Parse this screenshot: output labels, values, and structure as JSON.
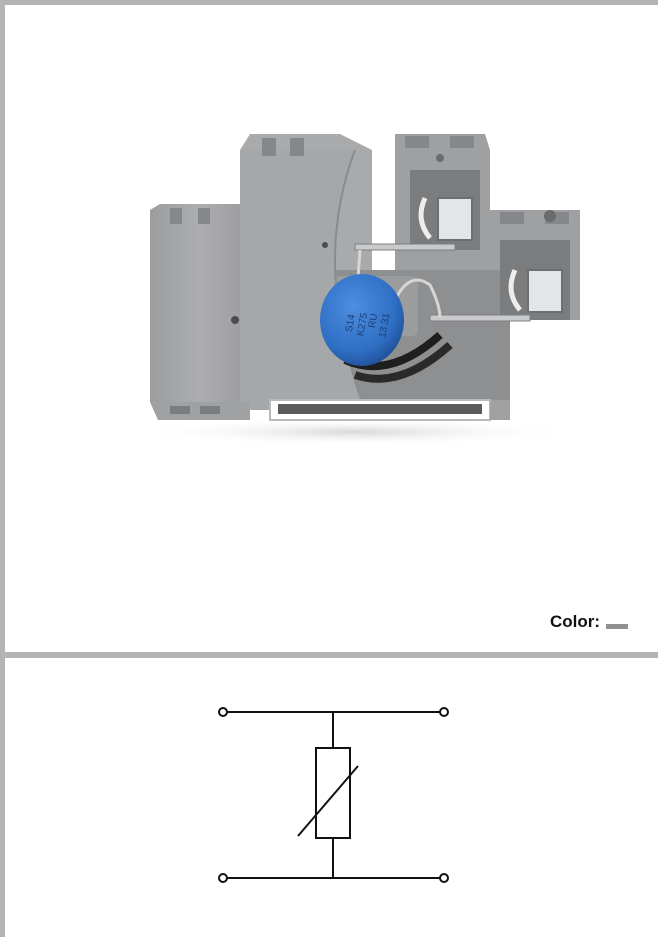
{
  "product_image": {
    "icon": "terminal-block-with-varistor-photo",
    "varistor_marking": [
      "S14",
      "K275",
      "RU",
      "13 31"
    ]
  },
  "color_legend": {
    "label": "Color:",
    "swatch_color": "#8f9092"
  },
  "schematic": {
    "icon": "varistor-symbol-icon"
  },
  "colors": {
    "frame": "#b3b4b6",
    "housing": "#a3a4a6",
    "varistor_blue": "#2f6fc4"
  }
}
